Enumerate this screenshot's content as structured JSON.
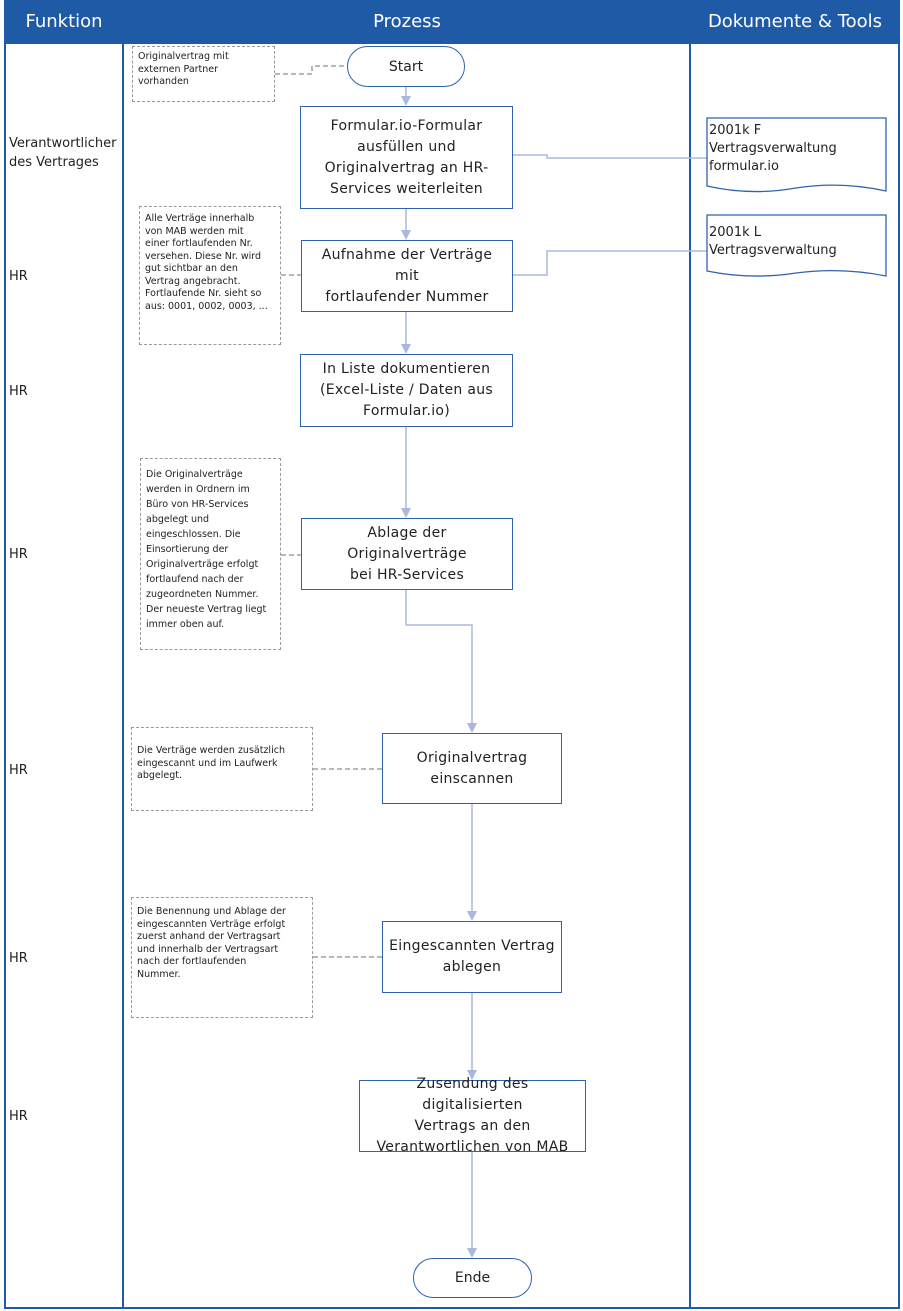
{
  "colors": {
    "header_bg": "#1f5aa6",
    "border": "#2f64ad",
    "arrow": "#aab8dc",
    "dashed": "#707070"
  },
  "headers": {
    "funktion": "Funktion",
    "prozess": "Prozess",
    "dokumente": "Dokumente & Tools"
  },
  "roles": [
    {
      "lines": [
        "Verantwortlicher",
        "des Vertrages"
      ]
    },
    {
      "lines": [
        "HR"
      ]
    },
    {
      "lines": [
        "HR"
      ]
    },
    {
      "lines": [
        "HR"
      ]
    },
    {
      "lines": [
        "HR"
      ]
    },
    {
      "lines": [
        "HR"
      ]
    },
    {
      "lines": [
        "HR"
      ]
    }
  ],
  "start": {
    "label": "Start"
  },
  "end": {
    "label": "Ende"
  },
  "steps": [
    {
      "lines": [
        "Formular.io-Formular",
        "ausfüllen und",
        "Originalvertrag an HR-",
        "Services weiterleiten"
      ]
    },
    {
      "lines": [
        "Aufnahme der Verträge mit",
        "fortlaufender Nummer"
      ]
    },
    {
      "lines": [
        "In Liste dokumentieren",
        "(Excel-Liste / Daten aus",
        "Formular.io)"
      ]
    },
    {
      "lines": [
        "Ablage der Originalverträge",
        "bei HR-Services"
      ]
    },
    {
      "lines": [
        "Originalvertrag",
        "einscannen"
      ]
    },
    {
      "lines": [
        "Eingescannten Vertrag",
        "ablegen"
      ]
    },
    {
      "lines": [
        "Zusendung des digitalisierten",
        "Vertrags an den",
        "Verantwortlichen von MAB"
      ]
    }
  ],
  "notes": [
    {
      "lines": [
        "Originalvertrag mit",
        "externen Partner",
        "vorhanden"
      ]
    },
    {
      "lines": [
        "Alle Verträge innerhalb",
        "von MAB werden mit",
        "einer fortlaufenden Nr.",
        "versehen. Diese Nr. wird",
        "gut sichtbar an den",
        "Vertrag angebracht.",
        "Fortlaufende Nr. sieht so",
        "aus: 0001, 0002, 0003, ..."
      ]
    },
    {
      "lines": [
        "Die Originalverträge",
        "werden in Ordnern im",
        "Büro von HR-Services",
        "abgelegt und",
        "eingeschlossen. Die",
        "Einsortierung der",
        "Originalverträge erfolgt",
        "fortlaufend nach der",
        "zugeordneten Nummer.",
        "Der neueste Vertrag liegt",
        "immer oben auf."
      ]
    },
    {
      "lines": [
        "Die Verträge werden zusätzlich",
        "eingescannt und im Laufwerk",
        "abgelegt."
      ]
    },
    {
      "lines": [
        "Die Benennung und Ablage der",
        "eingescannten Verträge erfolgt",
        "zuerst anhand der Vertragsart",
        "und innerhalb der Vertragsart",
        "nach der fortlaufenden",
        "Nummer."
      ]
    }
  ],
  "documents": [
    {
      "lines": [
        "2001k",
        "F Vertragsverwaltung",
        "formular.io"
      ]
    },
    {
      "lines": [
        "2001k",
        "L Vertragsverwaltung"
      ]
    }
  ]
}
